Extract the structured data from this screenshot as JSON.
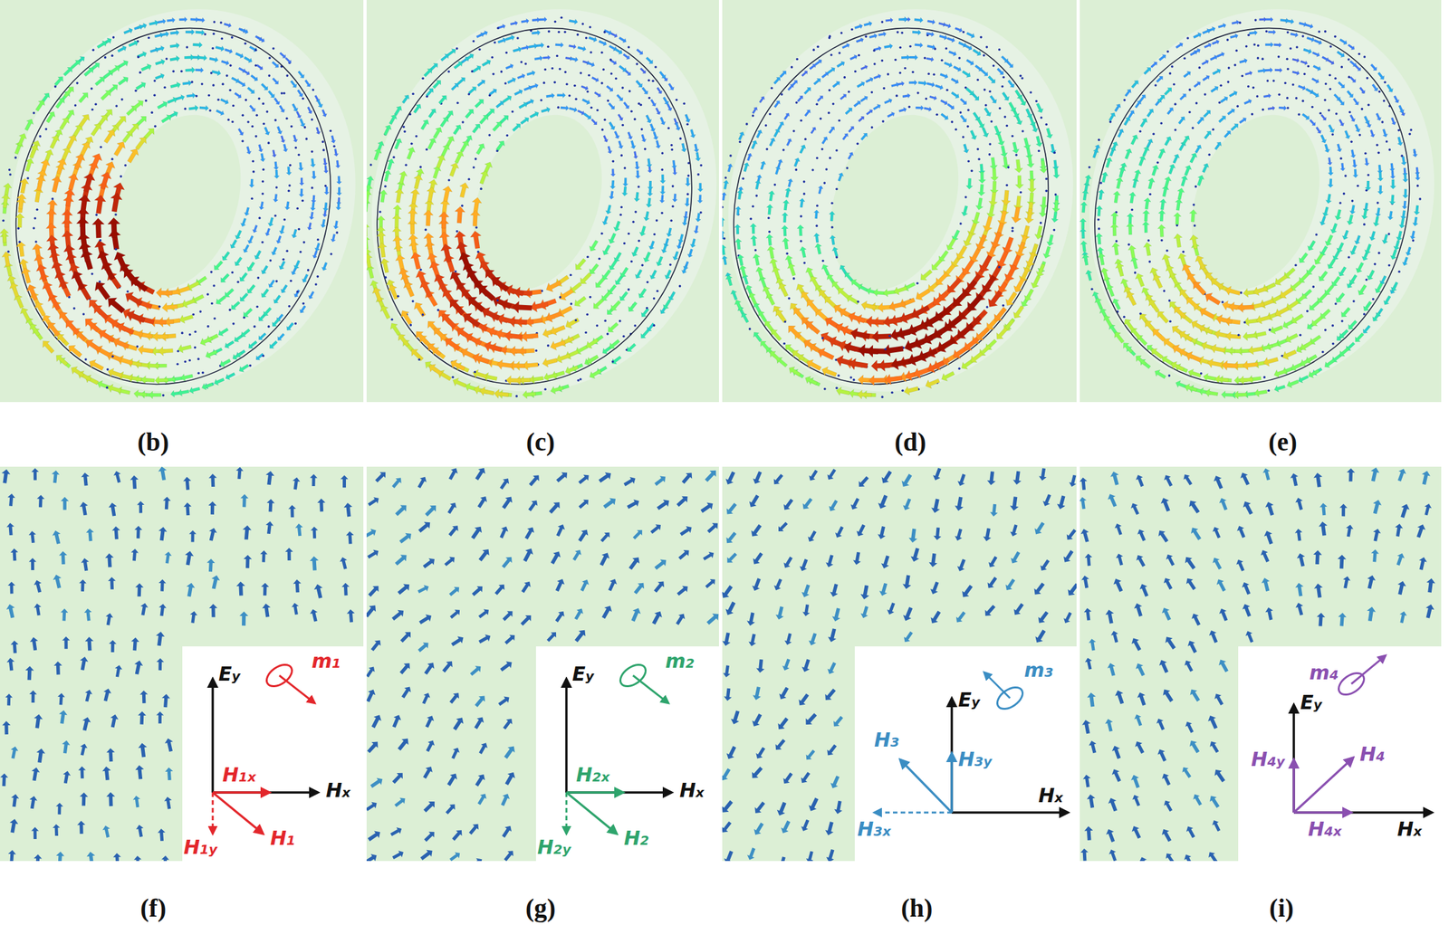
{
  "diagram": {
    "labels": [
      "(b)",
      "(c)",
      "(d)",
      "(e)",
      "(f)",
      "(g)",
      "(h)",
      "(i)",
      "Ey",
      "m1",
      "H1x",
      "Hx",
      "H1y",
      "H1",
      "Ey",
      "m2",
      "H2x",
      "Hx",
      "H2y",
      "H2",
      "m3",
      "H3",
      "Ey",
      "H3y",
      "H3x",
      "Hx",
      "m4",
      "Ey",
      "H4y",
      "H4",
      "H4x",
      "Hx"
    ]
  }
}
